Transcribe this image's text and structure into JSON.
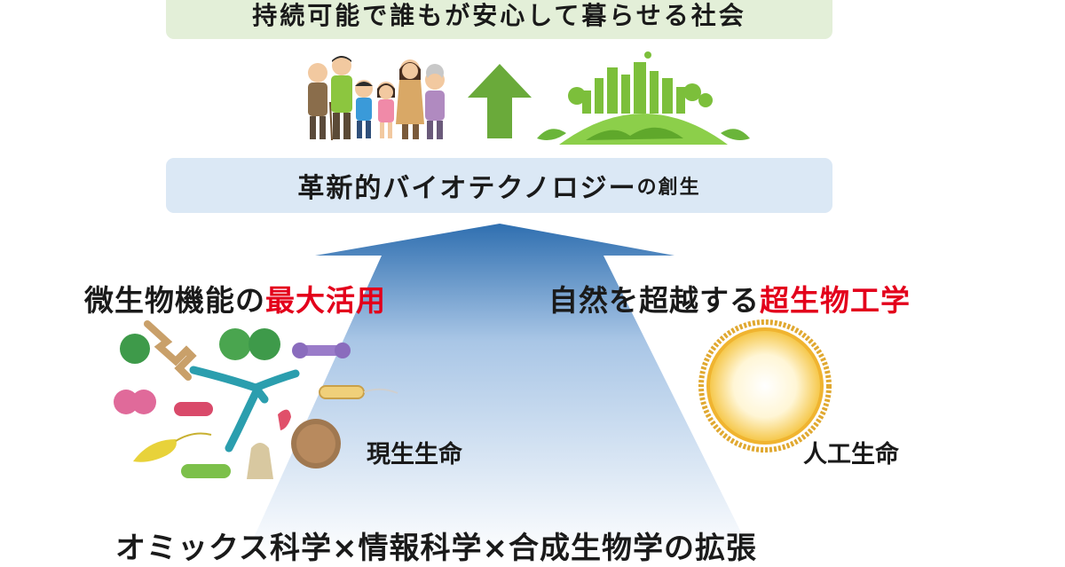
{
  "top_box": {
    "text": "持続可能で誰もが安心して暮らせる社会"
  },
  "middle_box": {
    "main": "革新的バイオテクノロジー",
    "suffix": "の創生"
  },
  "left_heading": {
    "normal": "微生物機能の",
    "highlight": "最大活用"
  },
  "right_heading": {
    "normal": "自然を超越する",
    "highlight": "超生物工学"
  },
  "left_label": "現生生命",
  "right_label": "人工生命",
  "bottom_text": "オミックス科学×情報科学×合成生物学の拡張",
  "colors": {
    "highlight": "#e3001b",
    "top_box": "#e3efd8",
    "middle_box": "#dbe8f5",
    "up_arrow": "#6aaa3a",
    "big_arrow_top": "#2f6fb0"
  },
  "icons": [
    "family-icon",
    "up-arrow-icon",
    "eco-earth-icon",
    "microbes-icon",
    "artificial-cell-icon"
  ]
}
